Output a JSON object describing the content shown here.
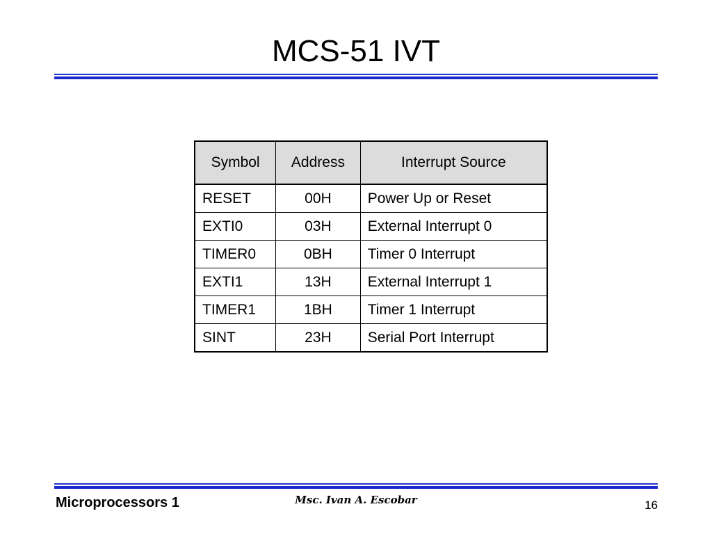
{
  "slide": {
    "title": "MCS-51 IVT"
  },
  "table": {
    "headers": [
      "Symbol",
      "Address",
      "Interrupt Source"
    ],
    "rows": [
      [
        "RESET",
        "00H",
        "Power Up or Reset"
      ],
      [
        "EXTI0",
        "03H",
        "External Interrupt 0"
      ],
      [
        "TIMER0",
        "0BH",
        "Timer 0 Interrupt"
      ],
      [
        "EXTI1",
        "13H",
        "External Interrupt 1"
      ],
      [
        "TIMER1",
        "1BH",
        "Timer 1 Interrupt"
      ],
      [
        "SINT",
        "23H",
        "Serial Port Interrupt"
      ]
    ]
  },
  "footer": {
    "course": "Microprocessors 1",
    "author": "Msc. Ivan A. Escobar",
    "page_number": "16"
  },
  "colors": {
    "rule_blue": "#1a2acc",
    "header_fill": "#dcdcdc"
  }
}
